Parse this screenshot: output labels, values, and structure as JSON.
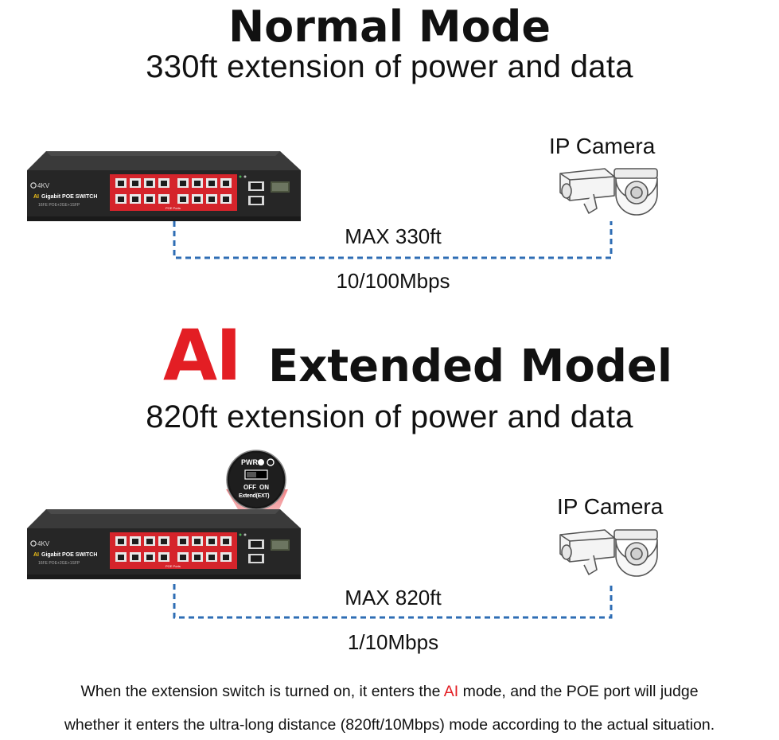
{
  "normal": {
    "title": "Normal Mode",
    "subtitle": "330ft extension of power and data",
    "camera_label": "IP Camera",
    "max_label": "MAX 330ft",
    "speed_label": "10/100Mbps"
  },
  "extended": {
    "title_ai": "AI",
    "title_rest": "Extended Model",
    "subtitle": "820ft extension of power and data",
    "camera_label": "IP Camera",
    "max_label": "MAX 820ft",
    "speed_label": "1/10Mbps",
    "zoom": {
      "pwr_label": "PWR",
      "switch_off": "OFF",
      "switch_on": "ON",
      "extend_label": "Extend(EXT)"
    }
  },
  "device": {
    "brand": "4KV",
    "model_ai": "AI",
    "model_rest": "Gigabit POE SWITCH",
    "spec": "16FE POE+2GE+1SFP",
    "poe_label": "POE Ports"
  },
  "footer": {
    "line1_before": "When the extension switch is turned on, it enters the ",
    "line1_ai": "AI",
    "line1_after": " mode, and the POE port will judge",
    "line2": "whether it enters the ultra-long distance (820ft/10Mbps) mode according to the actual situation."
  },
  "colors": {
    "accent_red": "#e31e24",
    "link_blue": "#2e6db4",
    "device_dark": "#2b2b2b"
  },
  "icons": [
    "ip-camera-icon",
    "poe-switch-device",
    "extend-switch-zoom"
  ]
}
